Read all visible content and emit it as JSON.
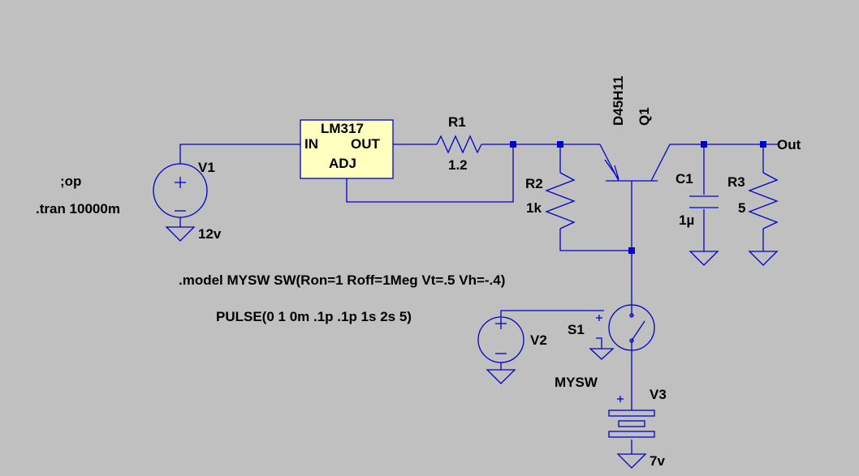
{
  "directives": {
    "op": ";op",
    "tran": ".tran 10000m",
    "model": ".model MYSW SW(Ron=1 Roff=1Meg Vt=.5 Vh=-.4)",
    "pulse": "PULSE(0 1 0m .1p .1p 1s 2s 5)"
  },
  "components": {
    "v1": {
      "name": "V1",
      "value": "12v"
    },
    "u1": {
      "name": "LM317",
      "pin_in": "IN",
      "pin_out": "OUT",
      "pin_adj": "ADJ"
    },
    "r1": {
      "name": "R1",
      "value": "1.2"
    },
    "r2": {
      "name": "R2",
      "value": "1k"
    },
    "q1": {
      "name": "Q1",
      "value": "D45H11"
    },
    "c1": {
      "name": "C1",
      "value": "1µ"
    },
    "r3": {
      "name": "R3",
      "value": "5"
    },
    "v2": {
      "name": "V2"
    },
    "s1": {
      "name": "S1",
      "value": "MYSW"
    },
    "v3": {
      "name": "V3",
      "value": "7v"
    }
  },
  "nets": {
    "out": "Out"
  },
  "colors": {
    "background": "#c0c0c0",
    "wire": "#0000cc",
    "regulator_fill": "#ffffc0"
  }
}
